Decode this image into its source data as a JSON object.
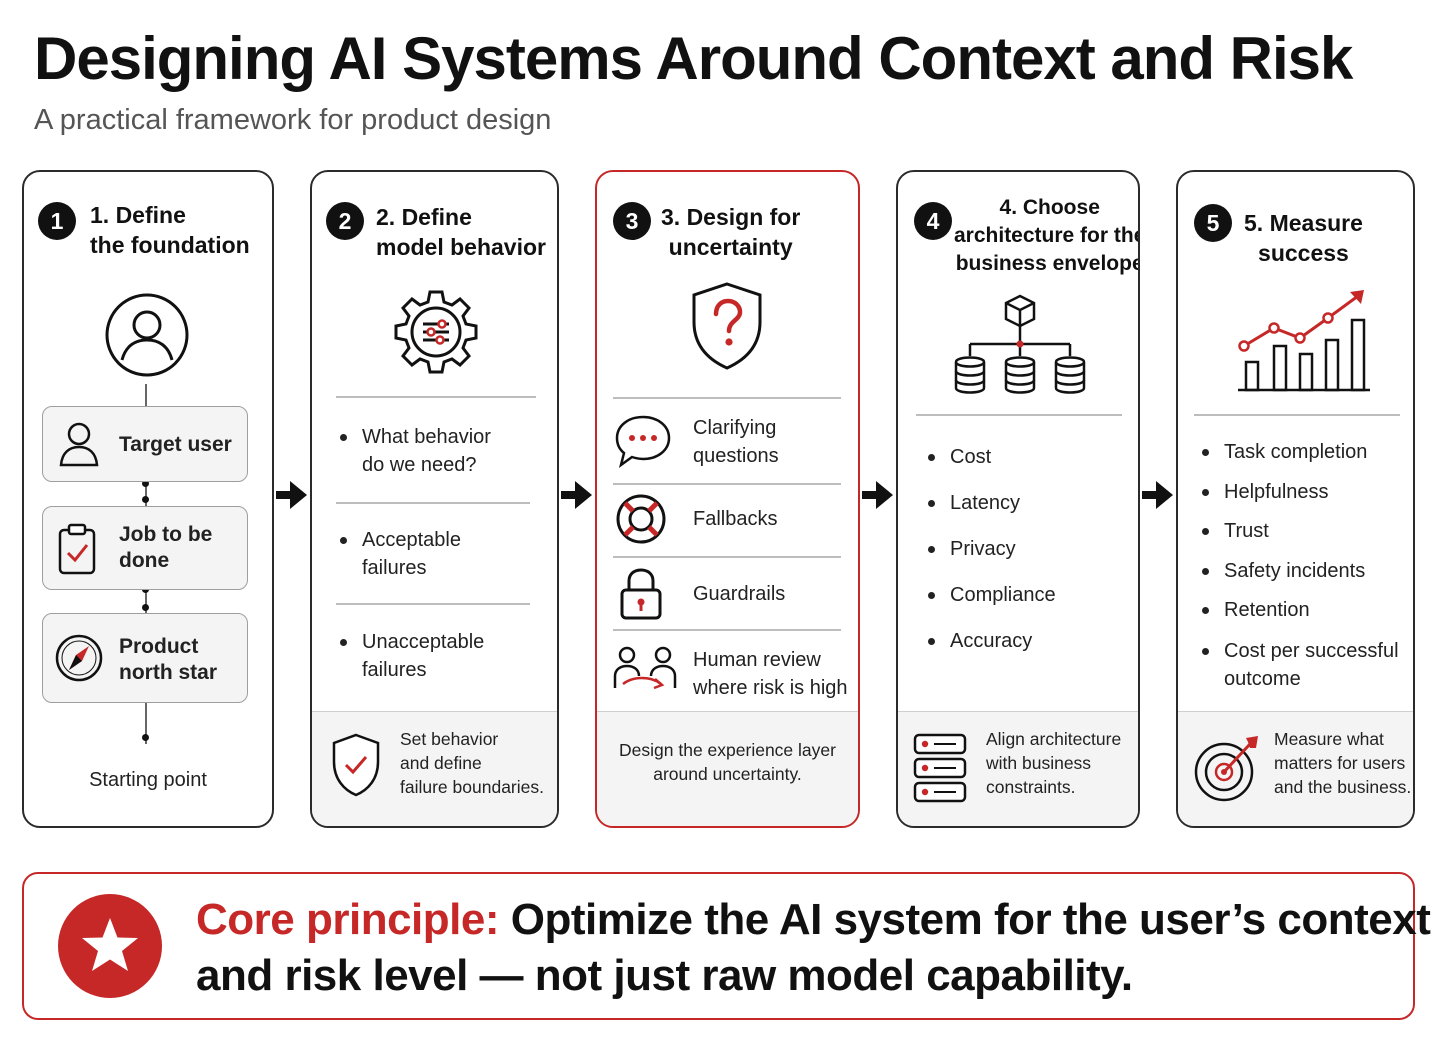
{
  "header": {
    "title": "Designing AI Systems Around Context and Risk",
    "subtitle": "A practical framework for product design"
  },
  "steps": [
    {
      "number": "1",
      "title_lines": [
        "1. Define",
        "the foundation"
      ],
      "icon": "user-icon",
      "items": [
        {
          "icon": "user-icon",
          "label_lines": [
            "Target user"
          ]
        },
        {
          "icon": "clipboard-check-icon",
          "label_lines": [
            "Job to be",
            "done"
          ]
        },
        {
          "icon": "compass-icon",
          "label_lines": [
            "Product",
            "north star"
          ]
        }
      ],
      "footer_text": "Starting point"
    },
    {
      "number": "2",
      "title_lines": [
        "2. Define",
        "model behavior"
      ],
      "icon": "gear-sliders-icon",
      "bullets": [
        [
          "What behavior",
          "do we need?"
        ],
        [
          "Acceptable",
          "failures"
        ],
        [
          "Unacceptable",
          "failures"
        ]
      ],
      "footer_icon": "shield-check-icon",
      "footer_lines": [
        "Set behavior",
        "and define",
        "failure boundaries."
      ]
    },
    {
      "number": "3",
      "title_lines": [
        "3. Design for",
        "uncertainty"
      ],
      "icon": "shield-question-icon",
      "rows": [
        {
          "icon": "chat-bubble-icon",
          "label_lines": [
            "Clarifying",
            "questions"
          ]
        },
        {
          "icon": "lifebuoy-icon",
          "label_lines": [
            "Fallbacks"
          ]
        },
        {
          "icon": "lock-icon",
          "label_lines": [
            "Guardrails"
          ]
        },
        {
          "icon": "human-review-icon",
          "label_lines": [
            "Human review",
            "where risk is high"
          ]
        }
      ],
      "footer_lines": [
        "Design the experience layer",
        "around uncertainty."
      ]
    },
    {
      "number": "4",
      "title_lines": [
        "4. Choose",
        "architecture for the",
        "business envelope"
      ],
      "icon": "architecture-icon",
      "bullets": [
        "Cost",
        "Latency",
        "Privacy",
        "Compliance",
        "Accuracy"
      ],
      "footer_icon": "server-stack-icon",
      "footer_lines": [
        "Align architecture",
        "with business",
        "constraints."
      ]
    },
    {
      "number": "5",
      "title_lines": [
        "5. Measure",
        "success"
      ],
      "icon": "growth-chart-icon",
      "bullets": [
        [
          "Task completion"
        ],
        [
          "Helpfulness"
        ],
        [
          "Trust"
        ],
        [
          "Safety incidents"
        ],
        [
          "Retention"
        ],
        [
          "Cost per successful",
          "outcome"
        ]
      ],
      "footer_icon": "target-icon",
      "footer_lines": [
        "Measure what",
        "matters for users",
        "and the business."
      ]
    }
  ],
  "principle": {
    "icon": "star-icon",
    "label": "Core principle:",
    "line1": "Optimize the AI system for the user’s context",
    "line2": "and risk level — not just raw model capability."
  },
  "colors": {
    "accent": "#c62828",
    "ink": "#111111",
    "muted": "#555555"
  }
}
